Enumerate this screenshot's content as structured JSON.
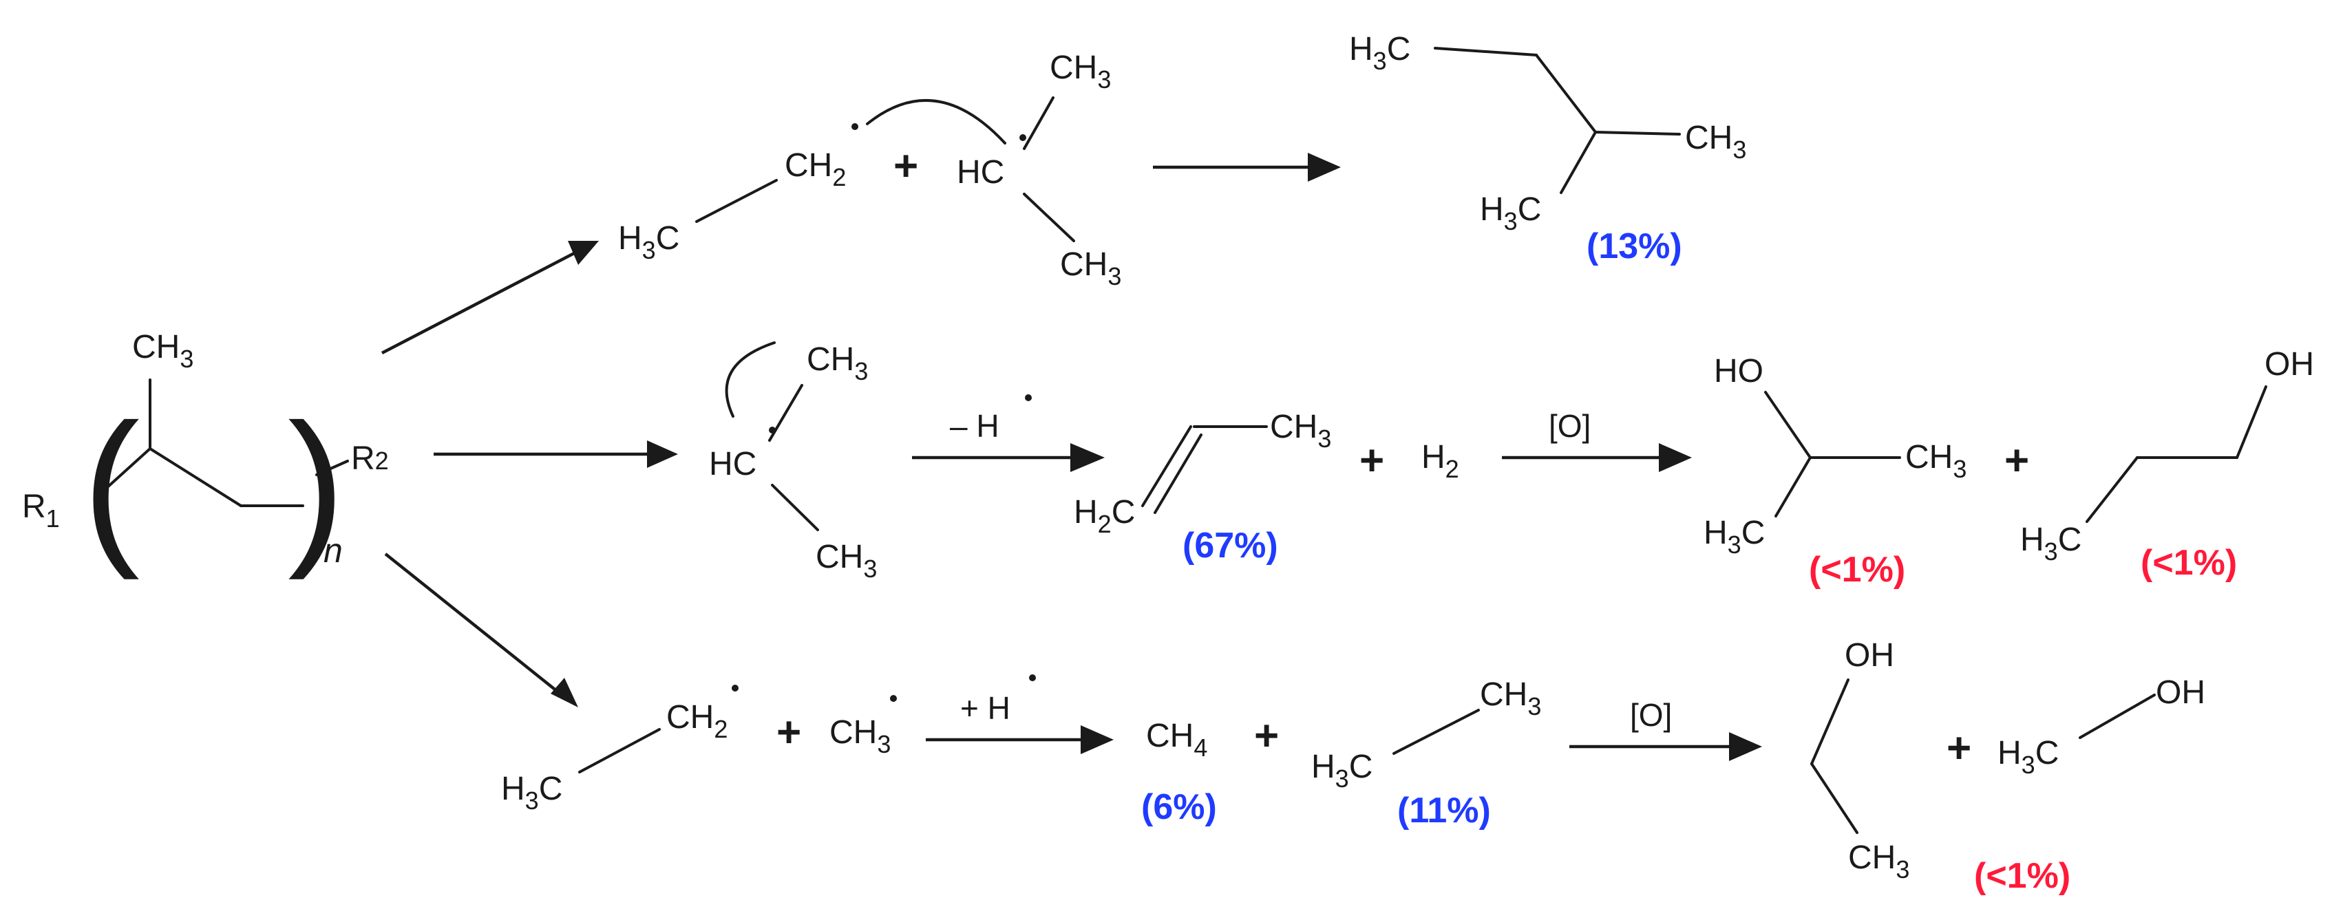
{
  "polymer": {
    "r1": "R",
    "r1_sub": "1",
    "r2": "R",
    "r2_sub": "2",
    "ch3": "CH",
    "ch3_sub": "3",
    "n": "n",
    "paren_left": "(",
    "paren_right": ")"
  },
  "plus_sign": "+",
  "pathway1": {
    "ch2_radical": {
      "left": "H",
      "left_sub": "3",
      "c": "C",
      "right": "CH",
      "right_sub": "2"
    },
    "hc_radical": {
      "hc": "HC",
      "ch3_top": "CH",
      "ch3_top_sub": "3",
      "ch3_bottom": "CH",
      "ch3_bottom_sub": "3"
    },
    "product": {
      "h3c_top": "H",
      "h3c_top_sub": "3",
      "h3c_top_c": "C",
      "ch3_right": "CH",
      "ch3_right_sub": "3",
      "h3c_bottom": "H",
      "h3c_bottom_sub": "3",
      "h3c_bottom_c": "C"
    },
    "yield": "(13%)"
  },
  "pathway2": {
    "hc_radical": {
      "hc": "HC",
      "ch3_top": "CH",
      "ch3_top_sub": "3",
      "ch3_bottom": "CH",
      "ch3_bottom_sub": "3"
    },
    "condition": "– H",
    "propene": {
      "h2c": "H",
      "h2c_sub": "2",
      "h2c_c": "C",
      "ch3": "CH",
      "ch3_sub": "3"
    },
    "h2": "H",
    "h2_sub": "2",
    "propene_yield": "(67%)",
    "oxidation": "[O]",
    "isopropanol": {
      "ho": "HO",
      "ch3": "CH",
      "ch3_sub": "3",
      "h3c": "H",
      "h3c_sub": "3",
      "h3c_c": "C"
    },
    "isopropanol_yield": "(<1%)",
    "propanol": {
      "oh": "OH",
      "h3c": "H",
      "h3c_sub": "3",
      "h3c_c": "C"
    },
    "propanol_yield": "(<1%)"
  },
  "pathway3": {
    "ch2_radical": {
      "left": "H",
      "left_sub": "3",
      "c": "C",
      "right": "CH",
      "right_sub": "2"
    },
    "ch3_radical": {
      "text": "CH",
      "sub": "3"
    },
    "condition": "+ H",
    "ch4": {
      "text": "CH",
      "sub": "4"
    },
    "ch4_yield": "(6%)",
    "ethane": {
      "h3c": "H",
      "h3c_sub": "3",
      "h3c_c": "C",
      "ch3": "CH",
      "ch3_sub": "3"
    },
    "ethane_yield": "(11%)",
    "oxidation": "[O]",
    "ethanol": {
      "oh": "OH",
      "ch3": "CH",
      "ch3_sub": "3"
    },
    "methanol": {
      "h3c": "H",
      "h3c_sub": "3",
      "h3c_c": "C",
      "oh": "OH"
    },
    "alcohol_yield": "(<1%)"
  }
}
